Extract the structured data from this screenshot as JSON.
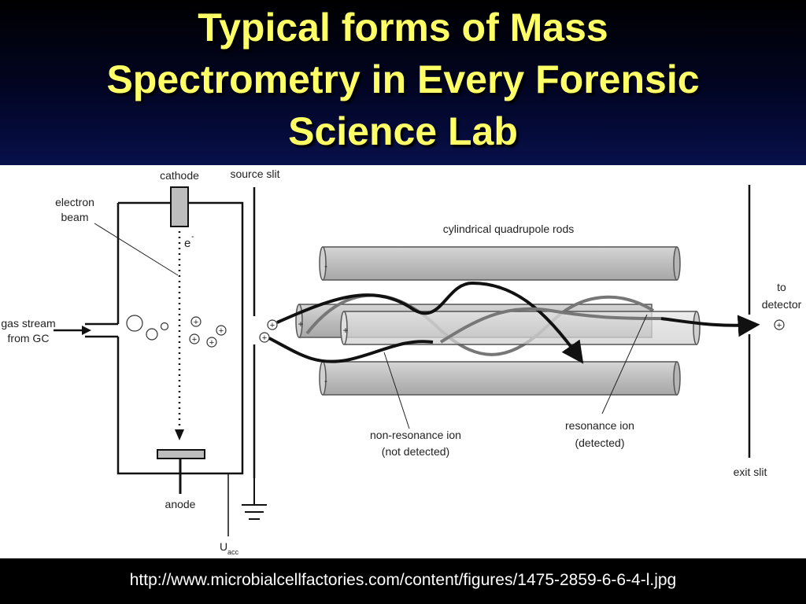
{
  "slide": {
    "title_lines": [
      "Typical forms of Mass",
      "Spectrometry in Every Forensic",
      "Science Lab"
    ],
    "source_url": "http://www.microbialcellfactories.com/content/figures/1475-2859-6-6-4-l.jpg"
  },
  "diagram": {
    "labels": {
      "cathode": "cathode",
      "source_slit": "source slit",
      "electron_beam_line1": "electron",
      "electron_beam_line2": "beam",
      "electron_symbol": "e",
      "electron_charge": "-",
      "gas_stream_line1": "gas stream",
      "gas_stream_line2": "from GC",
      "anode": "anode",
      "voltage_symbol": "U",
      "voltage_subscript": "acc",
      "quad_rods": "cylindrical quadrupole rods",
      "non_resonance_line1": "non-resonance ion",
      "non_resonance_line2": "(not detected)",
      "resonance_line1": "resonance ion",
      "resonance_line2": "(detected)",
      "to_detector_line1": "to",
      "to_detector_line2": "detector",
      "exit_slit": "exit slit",
      "plus": "+",
      "minus": "-"
    },
    "colors": {
      "rod_fill": "#c4c4c4",
      "rod_stroke": "#555555",
      "ion_path_dark": "#111111",
      "ion_path_grey": "#777777",
      "title": "#ffff66",
      "background_band": "#020524"
    }
  }
}
